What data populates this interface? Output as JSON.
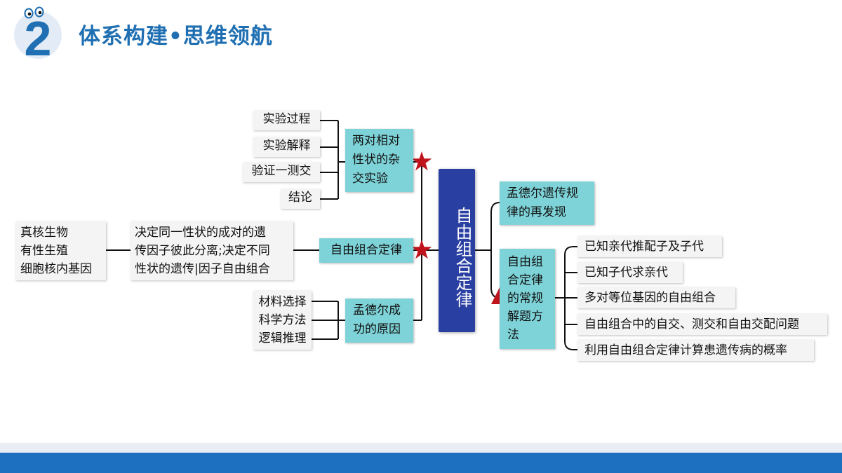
{
  "header": {
    "number": "2",
    "title": "体系构建•思维领航"
  },
  "center": {
    "label": "自由组合定律"
  },
  "left": {
    "branch1": {
      "label": [
        "两对相对",
        "性状的杂",
        "交实验"
      ],
      "items": [
        "实验过程",
        "实验解释",
        "验证一测交",
        "结论"
      ]
    },
    "branch2": {
      "label": "自由组合定律",
      "content": [
        "决定同一性状的成对的遗",
        "传因子彼此分离;决定不同",
        "性状的遗传|因子自由组合"
      ],
      "conditions": [
        "真核生物",
        "有性生殖",
        "细胞核内基因"
      ]
    },
    "branch3": {
      "label": [
        "孟德尔成",
        "功的原因"
      ],
      "items": [
        "材料选择",
        "科学方法",
        "逻辑推理"
      ]
    }
  },
  "right": {
    "branch1": {
      "label": [
        "孟德尔遗传规",
        "律的再发现"
      ]
    },
    "branch2": {
      "label": [
        "自由组",
        "合定律",
        "的常规",
        "解题方",
        "法"
      ],
      "items": [
        "已知亲代推配子及子代",
        "已知子代求亲代",
        "多对等位基因的自由组合",
        "自由组合中的自交、测交和自由交配问题",
        "利用自由组合定律计算患遗传病的概率"
      ]
    }
  },
  "colors": {
    "title": "#1f6fb2",
    "teal": "#7ed3d8",
    "navy": "#2a3fa2",
    "star": "#c0141c",
    "footer": "#1d6fc0"
  }
}
